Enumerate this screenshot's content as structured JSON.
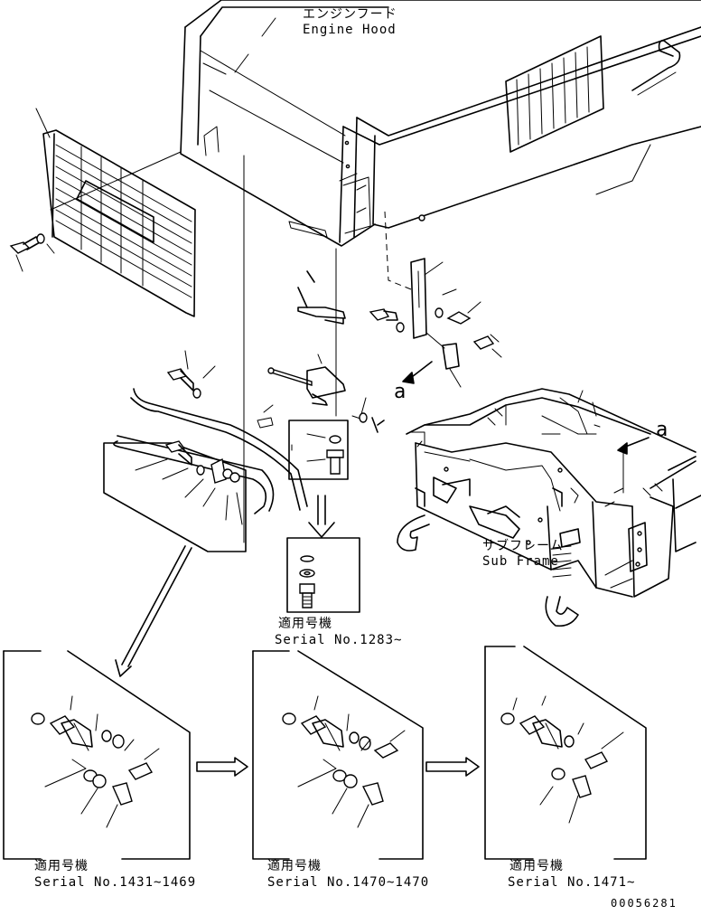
{
  "labels": {
    "engine_hood_jp": "エンジンフード",
    "engine_hood_en": "Engine Hood",
    "sub_frame_jp": "サブフレーム",
    "sub_frame_en": "Sub Frame",
    "ref_a_left": "a",
    "ref_a_right": "a",
    "drawing_number": "00056281"
  },
  "serial_blocks": [
    {
      "title": "適用号機",
      "serial": "Serial No.1283~"
    },
    {
      "title": "適用号機",
      "serial": "Serial No.1431~1469"
    },
    {
      "title": "適用号機",
      "serial": "Serial No.1470~1470"
    },
    {
      "title": "適用号機",
      "serial": "Serial No.1471~"
    }
  ]
}
